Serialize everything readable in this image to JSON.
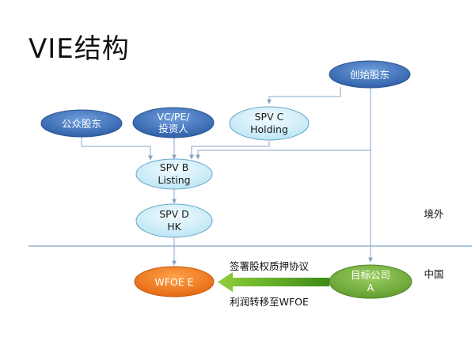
{
  "title": "VIE结构",
  "nodes": {
    "founder": {
      "line1": "创始股东",
      "line2": ""
    },
    "public": {
      "line1": "公众股东",
      "line2": ""
    },
    "vcpe": {
      "line1": "VC/PE/",
      "line2": "投资人"
    },
    "spvc": {
      "line1": "SPV C",
      "line2": "Holding"
    },
    "spvb": {
      "line1": "SPV B",
      "line2": "Listing"
    },
    "spvd": {
      "line1": "SPV D",
      "line2": "HK"
    },
    "wfoe": {
      "line1": "WFOE E",
      "line2": ""
    },
    "target": {
      "line1": "目标公司",
      "line2": "A"
    }
  },
  "regions": {
    "offshore": "境外",
    "china": "中国"
  },
  "arrow_labels": {
    "agreement": "签署股权质押协议",
    "profit": "利润转移至WFOE"
  },
  "colors": {
    "blue_node": "#3d6fb8",
    "light_node": "#cdeef8",
    "orange_node": "#f07c1c",
    "green_node": "#76b042",
    "connector": "#8aa4c4",
    "divider": "#7fa8c8",
    "green_arrow": "#5a9e2a"
  }
}
